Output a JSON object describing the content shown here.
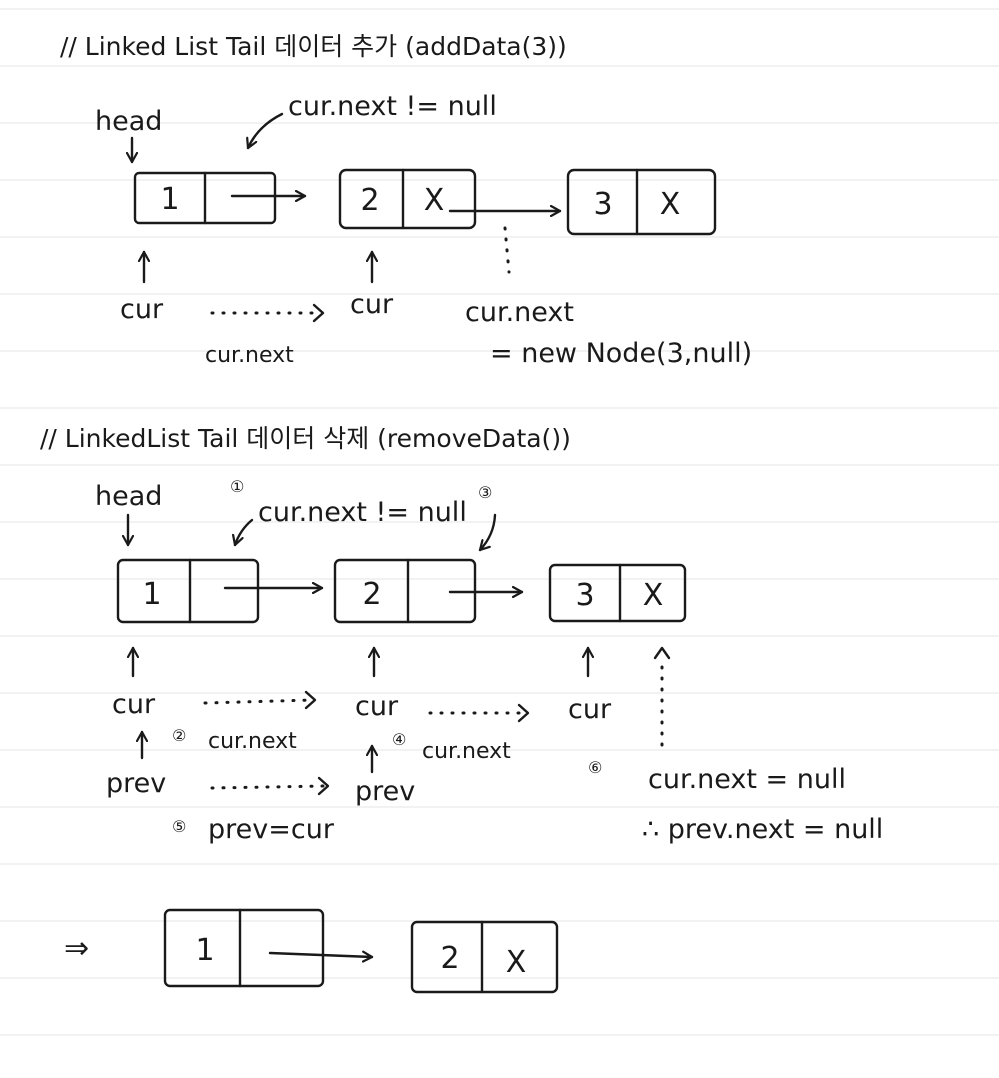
{
  "section1": {
    "heading": "// Linked List Tail 데이터 추가 (addData(3))",
    "head_label": "head",
    "loop_condition": "cur.next != null",
    "nodes": [
      {
        "value": "1",
        "next": ""
      },
      {
        "value": "2",
        "next": "X"
      },
      {
        "value": "3",
        "next": "X"
      }
    ],
    "cur_label_1": "cur",
    "cur_label_2": "cur",
    "cur_next_step": "cur.next",
    "new_node_label": "cur.next",
    "new_node_value": "= new Node(3,null)"
  },
  "section2": {
    "heading": "// LinkedList Tail 데이터 삭제 (removeData())",
    "head_label": "head",
    "loop_condition": "cur.next != null",
    "step_marks": [
      "①",
      "②",
      "③",
      "④",
      "⑤",
      "⑥"
    ],
    "nodes": [
      {
        "value": "1",
        "next": ""
      },
      {
        "value": "2",
        "next": ""
      },
      {
        "value": "3",
        "next": "X"
      }
    ],
    "cur_labels": [
      "cur",
      "cur",
      "cur"
    ],
    "cur_next_labels": [
      "cur.next",
      "cur.next"
    ],
    "prev_labels": [
      "prev",
      "prev"
    ],
    "prev_assign": "prev=cur",
    "end_condition": "cur.next = null",
    "conclusion": "∴ prev.next = null"
  },
  "result": {
    "implies": "⇒",
    "nodes": [
      {
        "value": "1",
        "next": ""
      },
      {
        "value": "2",
        "next": "X"
      }
    ]
  }
}
